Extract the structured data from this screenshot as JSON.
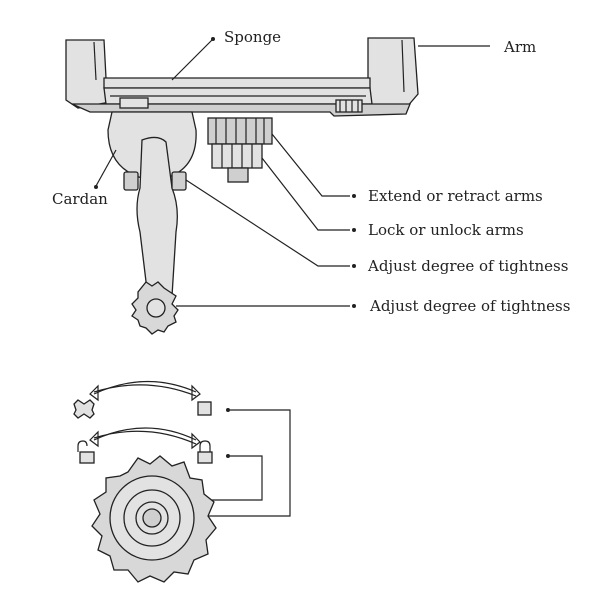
{
  "labels": {
    "sponge": "Sponge",
    "arm": "Arm",
    "cardan": "Cardan",
    "extend": "Extend or retract arms",
    "lock": "Lock or unlock arms",
    "tightness_1": "Adjust degree of tightness",
    "tightness_2": "Adjust degree of tightness"
  },
  "colors": {
    "line": "#222222",
    "fill_light": "#e2e2e2",
    "fill_dark": "#cfcfcf",
    "background": "#ffffff"
  }
}
